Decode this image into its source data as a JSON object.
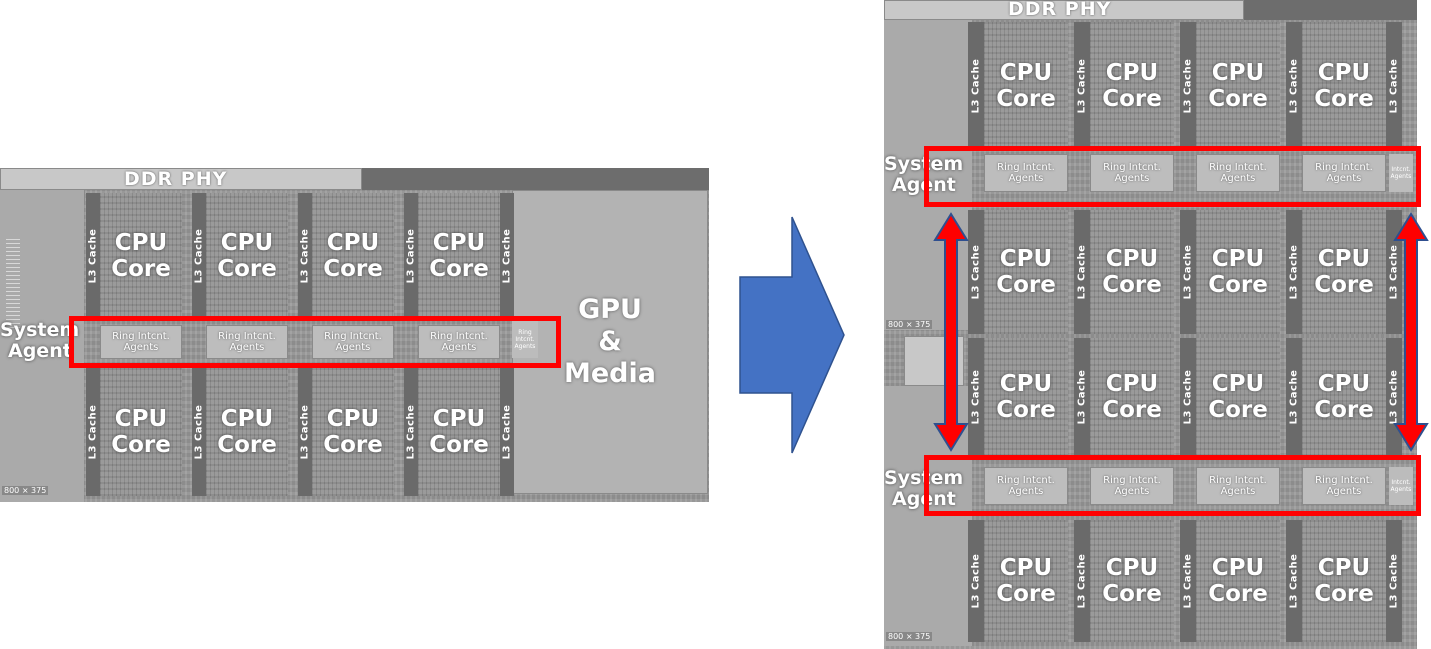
{
  "ddr_label": "DDR PHY",
  "system_agent_label": [
    "System",
    "Agent"
  ],
  "core_label": [
    "CPU",
    "Core"
  ],
  "l3_label": "L3 Cache",
  "ring_label": [
    "Ring Intcnt.",
    "Agents"
  ],
  "ring_end_label": [
    "Ring",
    "Intcnt.",
    "Agents"
  ],
  "gpu_label": [
    "GPU",
    "&",
    "Media"
  ],
  "dimension_label": "800 × 375",
  "colors": {
    "highlight": "#ff0000",
    "arrow_fill": "#4472c4",
    "double_arrow_fill": "#ff0000",
    "double_arrow_outline": "#2f4f8f"
  }
}
